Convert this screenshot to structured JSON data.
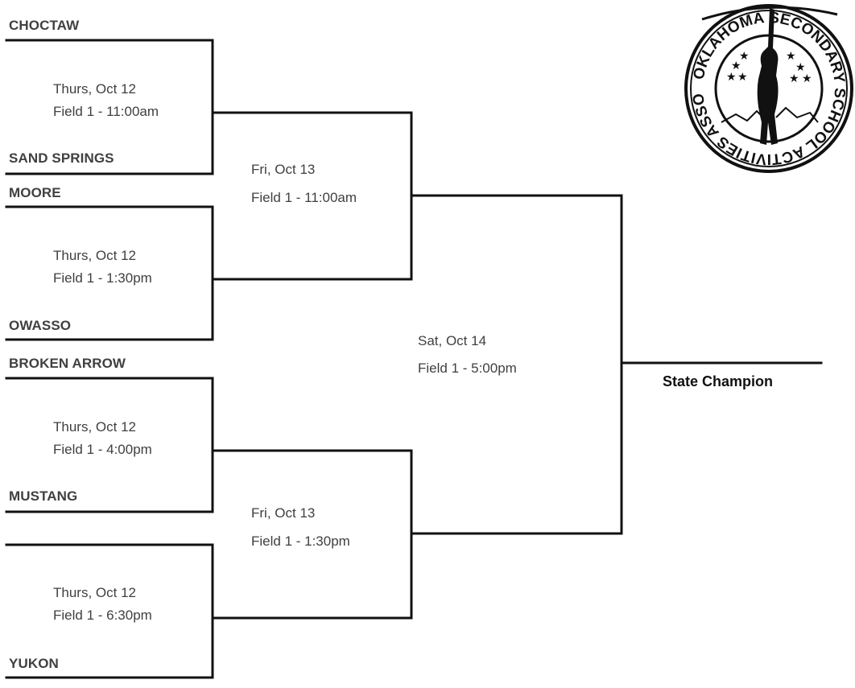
{
  "teams": {
    "t1": "CHOCTAW",
    "t2": "SAND SPRINGS",
    "t3": "MOORE",
    "t4": "OWASSO",
    "t5": "BROKEN ARROW",
    "t6": "MUSTANG",
    "t7": "YUKON"
  },
  "round1": [
    {
      "date": "Thurs, Oct 12",
      "field": "Field 1 - 11:00am"
    },
    {
      "date": "Thurs, Oct 12",
      "field": "Field 1 - 1:30pm"
    },
    {
      "date": "Thurs, Oct 12",
      "field": "Field 1 - 4:00pm"
    },
    {
      "date": "Thurs, Oct 12",
      "field": "Field 1 - 6:30pm"
    }
  ],
  "round2": [
    {
      "date": "Fri, Oct 13",
      "field": "Field 1 - 11:00am"
    },
    {
      "date": "Fri, Oct 13",
      "field": "Field 1 - 1:30pm"
    }
  ],
  "final": {
    "date": "Sat, Oct 14",
    "field": "Field 1 - 5:00pm"
  },
  "champion_label": "State Champion",
  "logo": {
    "name": "ossaa-seal-icon",
    "text": "OKLAHOMA SECONDARY SCHOOL ACTIVITIES ASSOCIATION"
  }
}
